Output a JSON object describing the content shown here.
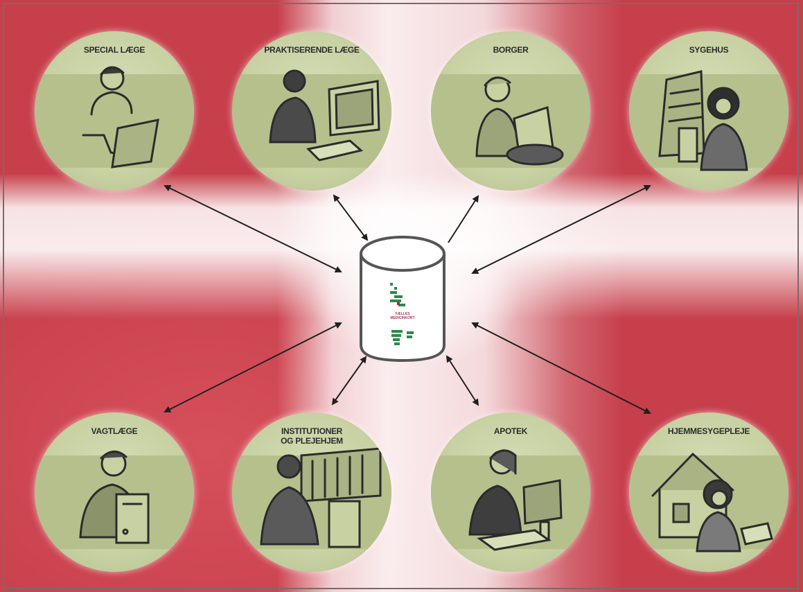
{
  "nodes": {
    "special_laege": {
      "label": "SPECIAL LÆGE"
    },
    "praktiserende_laege": {
      "label": "PRAKTISERENDE LÆGE"
    },
    "borger": {
      "label": "BORGER"
    },
    "sygehus": {
      "label": "SYGEHUS"
    },
    "vagtlaege": {
      "label": "VAGTLÆGE"
    },
    "institutioner": {
      "label_line1": "INSTITUTIONER",
      "label_line2": "OG PLEJEHJEM"
    },
    "apotek": {
      "label": "APOTEK"
    },
    "hjemmesygepleje": {
      "label": "HJEMMESYGEPLEJE"
    }
  },
  "database": {
    "logo_line1": "FÆLLES",
    "logo_line2": "MEDICINKORT"
  },
  "colors": {
    "circle": "#c7d1a2",
    "band": "#b6c08d",
    "arrow": "#1f1f1f",
    "flag_red": "#cf4954",
    "logo": "#a33b57"
  }
}
